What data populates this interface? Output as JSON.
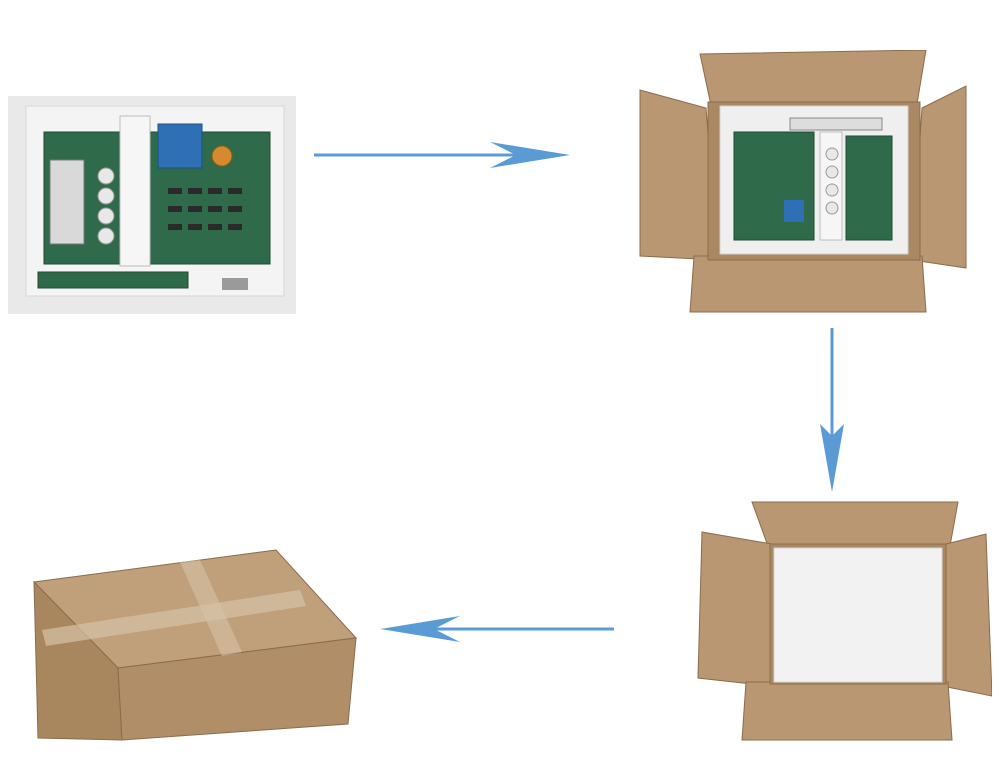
{
  "diagram": {
    "steps": [
      {
        "id": 1,
        "label": ""
      },
      {
        "id": 2,
        "label": ""
      },
      {
        "id": 3,
        "label": ""
      },
      {
        "id": 4,
        "label": ""
      }
    ],
    "flow": [
      "1-to-2",
      "2-to-3",
      "3-to-4"
    ]
  },
  "colors": {
    "arrow": "#5b9bd5",
    "cardboard": "#b89772",
    "cardboard_dark": "#9c7b58",
    "foam": "#ececec",
    "pcb": "#2f6b4a",
    "transformer": "#2f6fb3"
  }
}
